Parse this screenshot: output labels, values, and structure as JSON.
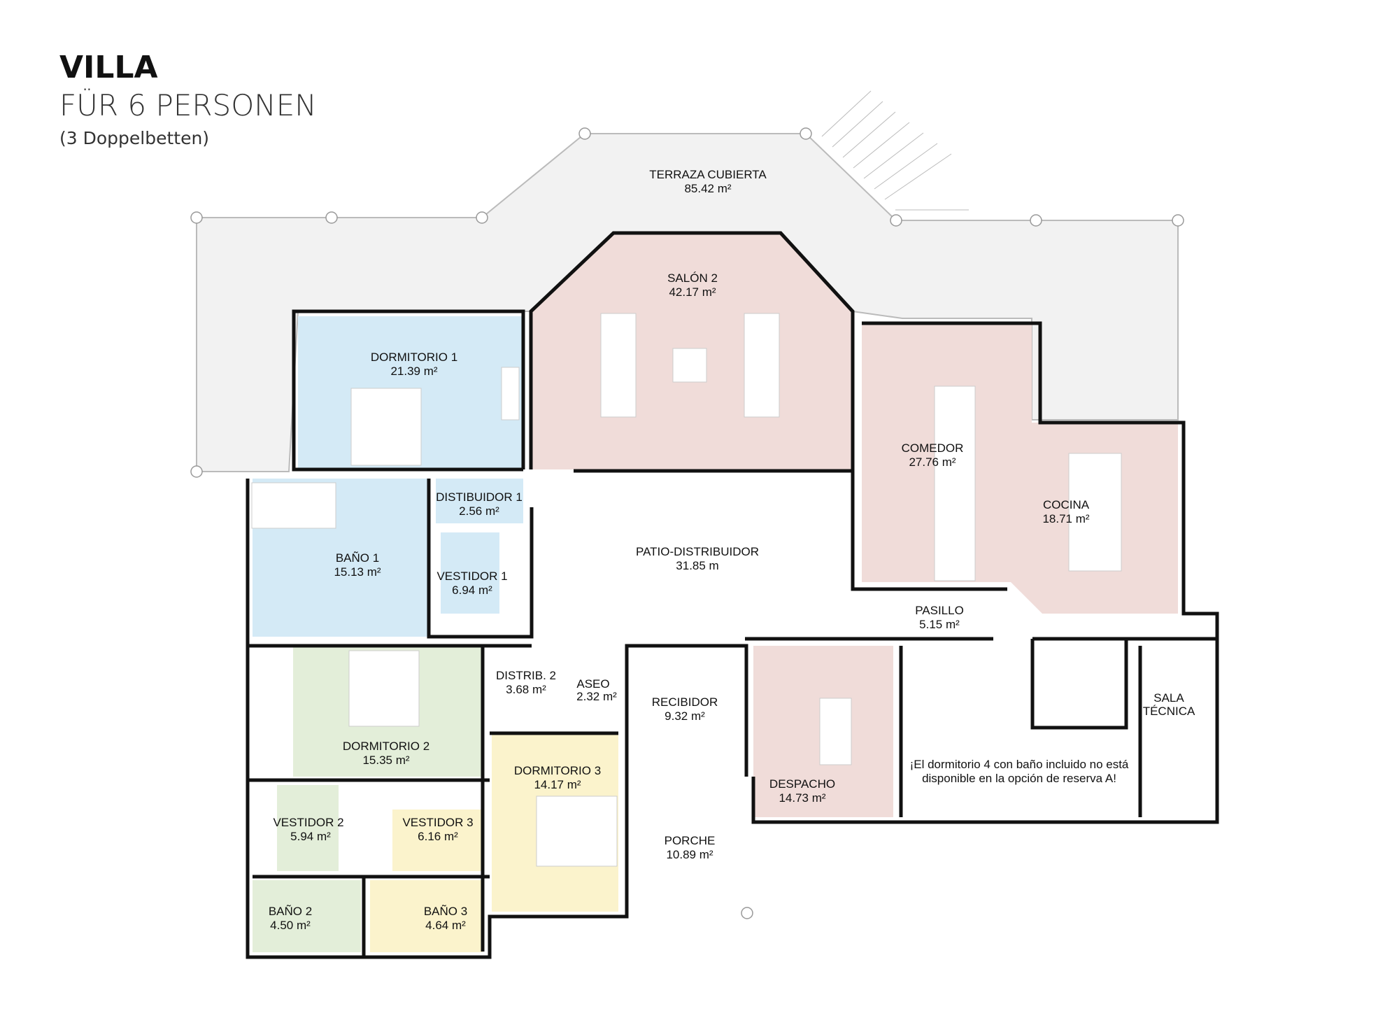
{
  "header": {
    "title": "VILLA",
    "subtitle": "FÜR 6 PERSONEN",
    "beds": "(3 Doppelbetten)"
  },
  "colors": {
    "terrace": "#f2f2f2",
    "blue": "#d4eaf6",
    "pink": "#f0dcd9",
    "green": "#e3eed9",
    "yellow": "#fbf3cc"
  },
  "rooms": {
    "terraza": {
      "name": "TERRAZA CUBIERTA",
      "area": "85.42 m²"
    },
    "salon2": {
      "name": "SALÓN 2",
      "area": "42.17 m²"
    },
    "dormitorio1": {
      "name": "DORMITORIO 1",
      "area": "21.39 m²"
    },
    "comedor": {
      "name": "COMEDOR",
      "area": "27.76 m²"
    },
    "cocina": {
      "name": "COCINA",
      "area": "18.71 m²"
    },
    "distribuidor1": {
      "name": "DISTIBUIDOR 1",
      "area": "2.56 m²"
    },
    "bano1": {
      "name": "BAÑO 1",
      "area": "15.13 m²"
    },
    "vestidor1": {
      "name": "VESTIDOR 1",
      "area": "6.94 m²"
    },
    "patio": {
      "name": "PATIO-DISTRIBUIDOR",
      "area": "31.85 m"
    },
    "pasillo": {
      "name": "PASILLO",
      "area": "5.15 m²"
    },
    "distrib2": {
      "name": "DISTRIB. 2",
      "area": "3.68 m²"
    },
    "aseo": {
      "name": "ASEO",
      "area": "2.32 m²"
    },
    "recibidor": {
      "name": "RECIBIDOR",
      "area": "9.32 m²"
    },
    "sala_tecnica": {
      "name": "SALA",
      "area": "TÉCNICA"
    },
    "dormitorio2": {
      "name": "DORMITORIO 2",
      "area": "15.35 m²"
    },
    "dormitorio3": {
      "name": "DORMITORIO 3",
      "area": "14.17 m²"
    },
    "despacho": {
      "name": "DESPACHO",
      "area": "14.73 m²"
    },
    "vestidor2": {
      "name": "VESTIDOR 2",
      "area": "5.94 m²"
    },
    "vestidor3": {
      "name": "VESTIDOR  3",
      "area": "6.16 m²"
    },
    "porche": {
      "name": "PORCHE",
      "area": "10.89 m²"
    },
    "bano2": {
      "name": "BAÑO 2",
      "area": "4.50 m²"
    },
    "bano3": {
      "name": "BAÑO 3",
      "area": "4.64 m²"
    }
  },
  "note": {
    "line1": "¡El dormitorio 4 con baño incluido no está",
    "line2": "disponible en la opción de reserva A!"
  }
}
